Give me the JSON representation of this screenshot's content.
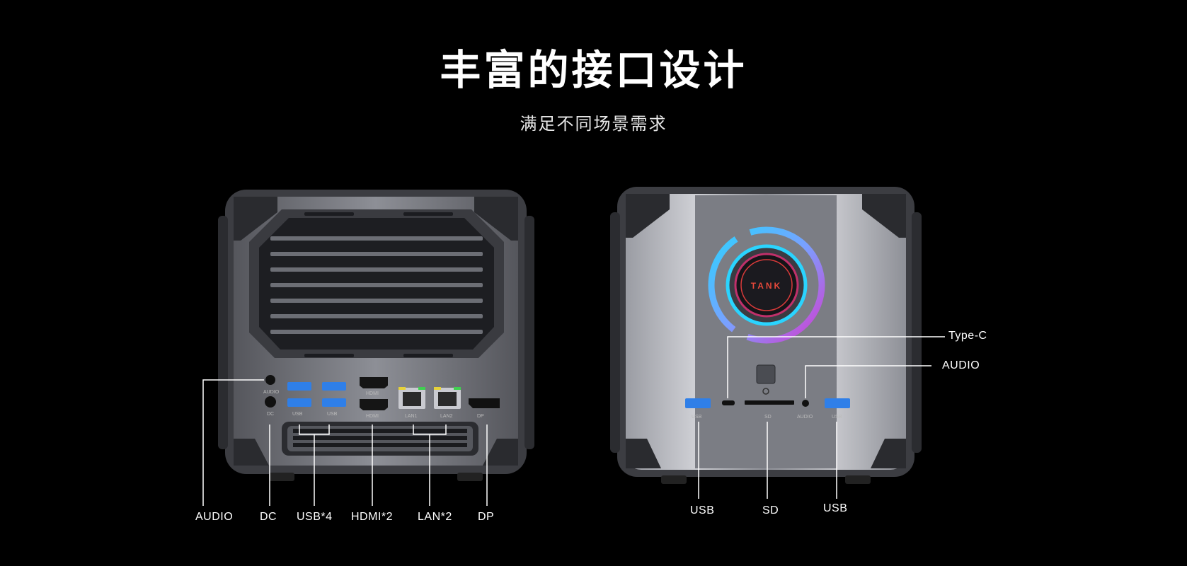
{
  "heading": {
    "title": "丰富的接口设计",
    "subtitle": "满足不同场景需求"
  },
  "rear_callouts": [
    "AUDIO",
    "DC",
    "USB*4",
    "HDMI*2",
    "LAN*2",
    "DP"
  ],
  "front_callouts": {
    "bottom": [
      "USB",
      "SD",
      "USB"
    ],
    "right": [
      "Type-C",
      "AUDIO"
    ]
  },
  "logo_text": "TANK",
  "port_silkscreen": {
    "rear": [
      "AUDIO",
      "DC",
      "USB",
      "USB",
      "HDMI",
      "HDMI",
      "LAN1",
      "LAN2",
      "DP"
    ],
    "front": [
      "USB",
      "SD",
      "AUDIO",
      "USB"
    ]
  },
  "accent_colors": {
    "usb_blue": "#2f7fe8",
    "lan_green": "#40d050",
    "ring_cyan": "#2ad4ff",
    "ring_magenta": "#d23cd0"
  }
}
